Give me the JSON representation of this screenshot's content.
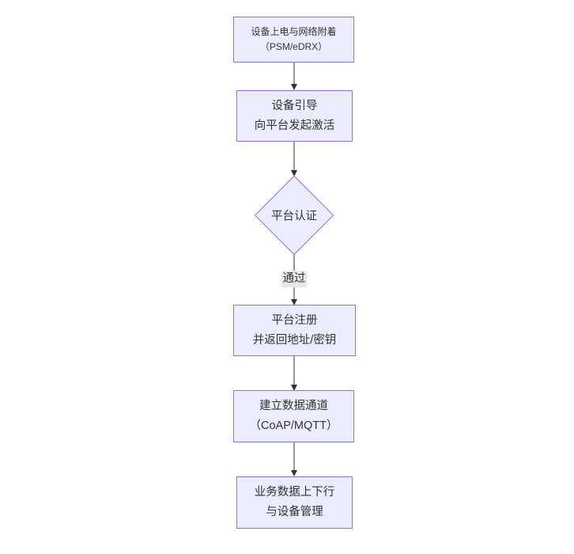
{
  "diagram": {
    "type": "flowchart",
    "direction": "top-down",
    "colors": {
      "background": "#ffffff",
      "node_fill": "#ECECFF",
      "node_border": "#9370DB",
      "edge_line": "#333333",
      "text": "#333333",
      "edge_label_bg": "#e8e8e8"
    },
    "nodes": [
      {
        "id": "n1",
        "shape": "rect",
        "lines": [
          "设备上电与网络附着",
          "（PSM/eDRX）"
        ]
      },
      {
        "id": "n2",
        "shape": "rect",
        "lines": [
          "设备引导",
          "向平台发起激活"
        ]
      },
      {
        "id": "n3",
        "shape": "diamond",
        "lines": [
          "平台认证"
        ]
      },
      {
        "id": "n4",
        "shape": "rect",
        "lines": [
          "平台注册",
          "并返回地址/密钥"
        ]
      },
      {
        "id": "n5",
        "shape": "rect",
        "lines": [
          "建立数据通道",
          "（CoAP/MQTT）"
        ]
      },
      {
        "id": "n6",
        "shape": "rect",
        "lines": [
          "业务数据上下行",
          "与设备管理"
        ]
      }
    ],
    "edges": [
      {
        "from": "n1",
        "to": "n2",
        "label": ""
      },
      {
        "from": "n2",
        "to": "n3",
        "label": ""
      },
      {
        "from": "n3",
        "to": "n4",
        "label": "通过"
      },
      {
        "from": "n4",
        "to": "n5",
        "label": ""
      },
      {
        "from": "n5",
        "to": "n6",
        "label": ""
      }
    ]
  }
}
